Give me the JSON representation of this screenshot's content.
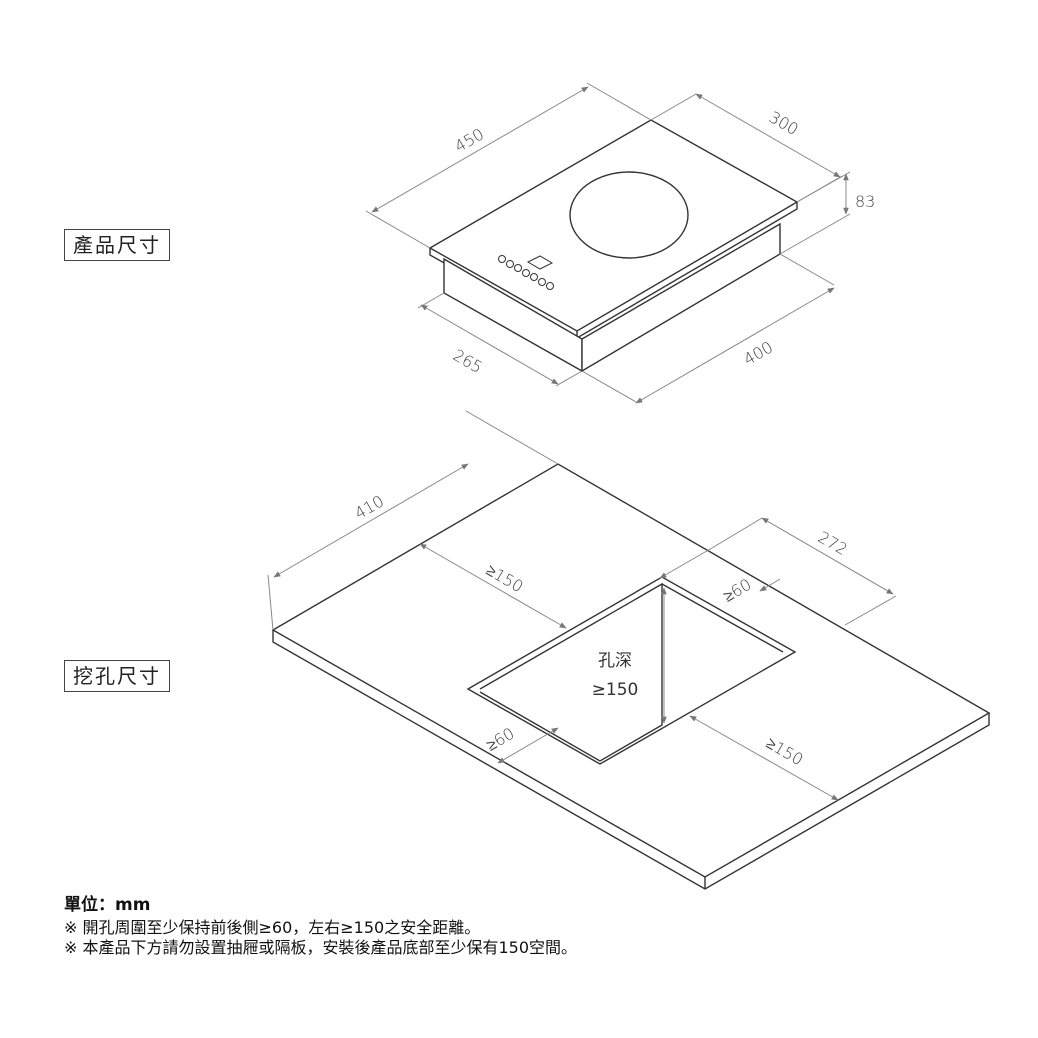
{
  "labels": {
    "product_size": "產品尺寸",
    "cutout_size": "挖孔尺寸"
  },
  "product_dims": {
    "length": "450",
    "width": "300",
    "height": "83",
    "body_depth": "265",
    "body_length": "400"
  },
  "cutout_dims": {
    "cutout_length": "410",
    "cutout_width": "272",
    "clearance_left": "≥150",
    "clearance_back": "≥60",
    "clearance_front": "≥60",
    "clearance_right": "≥150",
    "hole_depth_label": "孔深",
    "hole_depth_value": "≥150"
  },
  "notes": {
    "unit_title": "單位：mm",
    "note_1": "※ 開孔周圍至少保持前後側≥60，左右≥150之安全距離。",
    "note_2": "※ 本產品下方請勿設置抽屜或隔板，安裝後產品底部至少保有150空間。"
  },
  "colors": {
    "line": "#333333",
    "dim_line": "#888888",
    "text": "#222222"
  }
}
